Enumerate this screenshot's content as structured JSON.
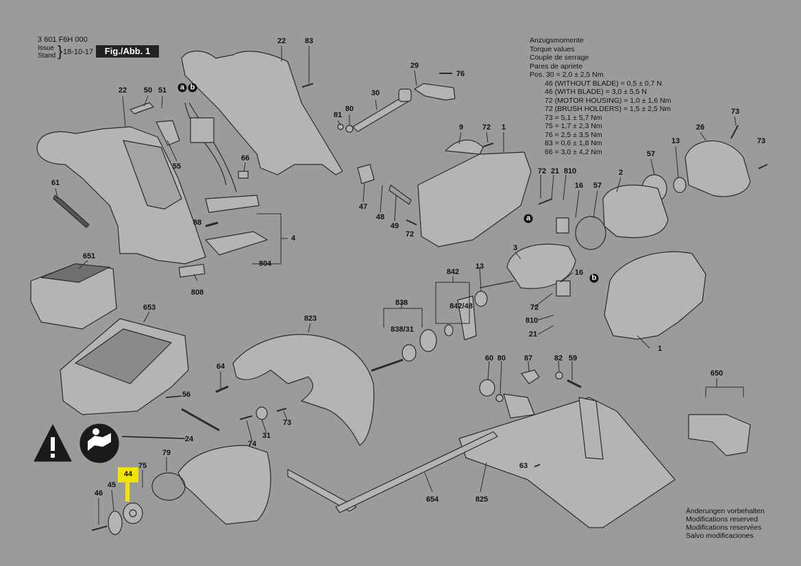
{
  "header": {
    "part_code": "3 601 F6H 000",
    "issue_label_1": "Issue",
    "issue_label_2": "Stand",
    "date": "18-10-17",
    "figure": "Fig./Abb. 1"
  },
  "torque_table": {
    "titles": [
      "Anzugsmomente",
      "Torque values",
      "Couple de serrage",
      "Pares de apriete"
    ],
    "rows": [
      "Pos. 30 = 2,0 ± 2,5 Nm",
      "46 (WITHOUT BLADE) = 0,5 ± 0,7 N",
      "46 (WITH BLADE) = 3,0 ± 5,5 N",
      "72 (MOTOR HOUSING) = 1,0 ± 1,6 Nm",
      "72 (BRUSH HOLDERS) = 1,5 ± 2,5 Nm",
      "73 = 5,1 ± 5,7 Nm",
      "75 = 1,7 ± 2,3 Nm",
      "76 = 2,5 ± 3,5 Nm",
      "83 = 0,6 ± 1,8 Nm",
      "66 = 3,0 ± 4,2 Nm"
    ]
  },
  "notice": [
    "Änderungen vorbehalten",
    "Modifications reserved",
    "Modifications reservées",
    "Salvo modificaciones"
  ],
  "highlight_color": "#f3e300",
  "part_labels": {
    "p22a": "22",
    "p22b": "22",
    "p83": "83",
    "p50": "50",
    "p51": "51",
    "p55": "55",
    "pa": "a",
    "pb": "b",
    "p66a": "66",
    "p61": "61",
    "p88": "88",
    "p4": "4",
    "p804": "804",
    "p808": "808",
    "p29": "29",
    "p76": "76",
    "p30": "30",
    "p81": "81",
    "p80a": "80",
    "p9": "9",
    "p72a": "72",
    "p1a": "1",
    "p47": "47",
    "p48": "48",
    "p49": "49",
    "p72b": "72",
    "p73a": "73",
    "p26": "26",
    "p73b": "73",
    "p13a": "13",
    "p57a": "57",
    "p2": "2",
    "p72c": "72",
    "p21a": "21",
    "p810a": "810",
    "p16a": "16",
    "p57b": "57",
    "pa2": "a",
    "p3": "3",
    "p842": "842",
    "p13b": "13",
    "p16b": "16",
    "pb2": "b",
    "p72d": "72",
    "p810b": "810",
    "p21b": "21",
    "p1b": "1",
    "p651": "651",
    "p653": "653",
    "p823": "823",
    "p838": "838",
    "p842_48": "842/48",
    "p838_31": "838/31",
    "p64": "64",
    "p56": "56",
    "p73c": "73",
    "p31": "31",
    "p74": "74",
    "p24": "24",
    "p60": "60",
    "p80b": "80",
    "p87": "87",
    "p82": "82",
    "p59": "59",
    "p650": "650",
    "p63": "63",
    "p79": "79",
    "p75": "75",
    "p44": "44",
    "p46": "46",
    "p45": "45",
    "p654": "654",
    "p825": "825"
  }
}
